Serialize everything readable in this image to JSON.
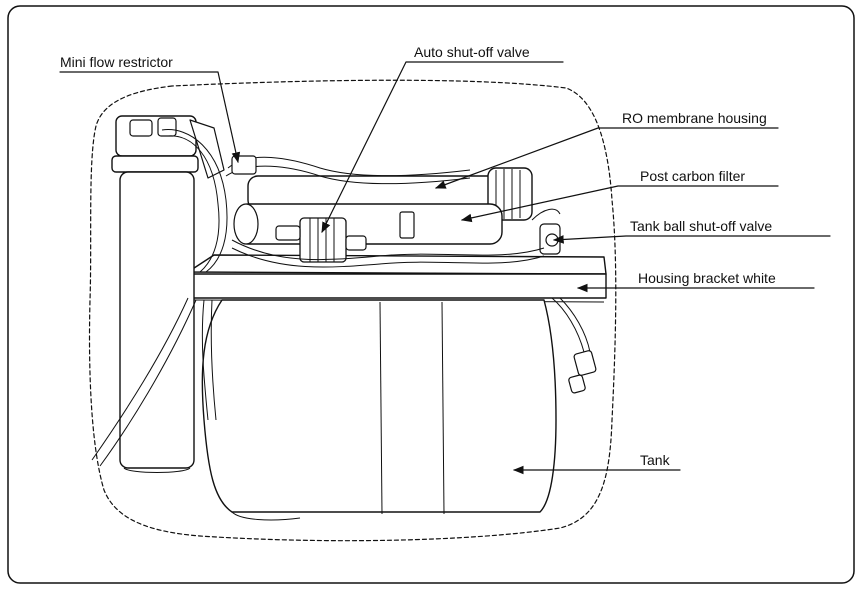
{
  "labels": {
    "mini_flow_restrictor": "Mini flow restrictor",
    "auto_shutoff_valve": "Auto shut-off valve",
    "ro_membrane_housing": "RO membrane housing",
    "post_carbon_filter": "Post carbon filter",
    "tank_ball_shutoff_valve": "Tank ball shut-off valve",
    "housing_bracket_white": "Housing bracket white",
    "tank": "Tank"
  },
  "colors": {
    "stroke": "#111111",
    "background": "#ffffff"
  }
}
